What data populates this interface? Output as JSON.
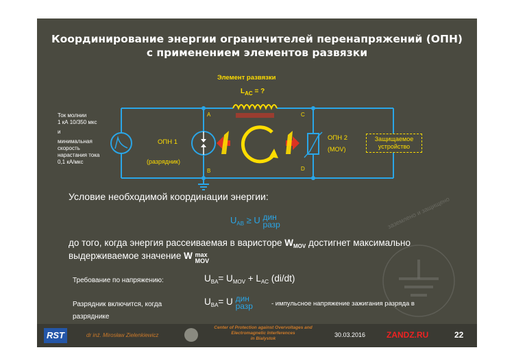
{
  "title": {
    "line1": "Координирование энергии ограничителей перенапряжений (ОПН)",
    "line2": "с применением  элементов развязки"
  },
  "diagram": {
    "element_label": "Элемент развязки",
    "inductor_label": "L",
    "inductor_sub": "AC",
    "inductor_suffix": " = ?",
    "source_text": [
      "Ток молнии",
      "1 кА 10/350 мкс",
      "и",
      "минимальная",
      "скорость",
      "нарастания тока",
      "0,1 кА/мкс"
    ],
    "node_a": "A",
    "node_b": "B",
    "node_c": "C",
    "node_d": "D",
    "spd1_name": "ОПН 1",
    "spd1_type": "(разрядник)",
    "spd2_name": "ОПН 2",
    "spd2_type": "(MOV)",
    "protected_device": [
      "Защищаемое",
      "устройство"
    ],
    "colors": {
      "wire": "#2aa6e8",
      "accent": "#ffdd00",
      "red": "#dd3322"
    }
  },
  "condition": {
    "heading": "Условие необходимой координации энергии:",
    "formula_left": "U",
    "formula_left_sub": "AB",
    "formula_op": " ≥ U",
    "formula_sup": "дин",
    "formula_sub": "разр"
  },
  "paragraph": {
    "line1_a": "до того, когда энергия рассеиваемая в варисторе ",
    "line1_w": "W",
    "line1_sub": "MOV",
    "line1_b": " достигнет максимально",
    "line2_a": "выдерживаемое значение ",
    "line2_w": "W",
    "line2_sup": "max",
    "line2_sub": "MOV"
  },
  "req1": {
    "label": "Требование по напряжению:",
    "u": "U",
    "u_sub": "BA",
    "eq": "= U",
    "mov_sub": "MOV",
    "plus": " + L",
    "ac_sub": "AC",
    "tail": " (di/dt)"
  },
  "req2": {
    "label_line1": "Разрядник включится, когда",
    "label_line2": "разряднике",
    "u": "U",
    "u_sub": "BA",
    "eq": "= U",
    "sup": "дин",
    "sub": "разр",
    "tail": " - импульсное напряжение зажигания разряда в"
  },
  "watermark": {
    "text": "заземлено и защищено"
  },
  "footer": {
    "logo": "RST",
    "author": "dr inż. Mirosław Zielenkiewicz",
    "center_line1": "Center of Protection against Overvoltages and",
    "center_line2": "Electromagnetic Interferences",
    "center_line3": "in Bialystok",
    "date": "30.03.2016",
    "site": "ZANDZ.RU",
    "page": "22"
  }
}
